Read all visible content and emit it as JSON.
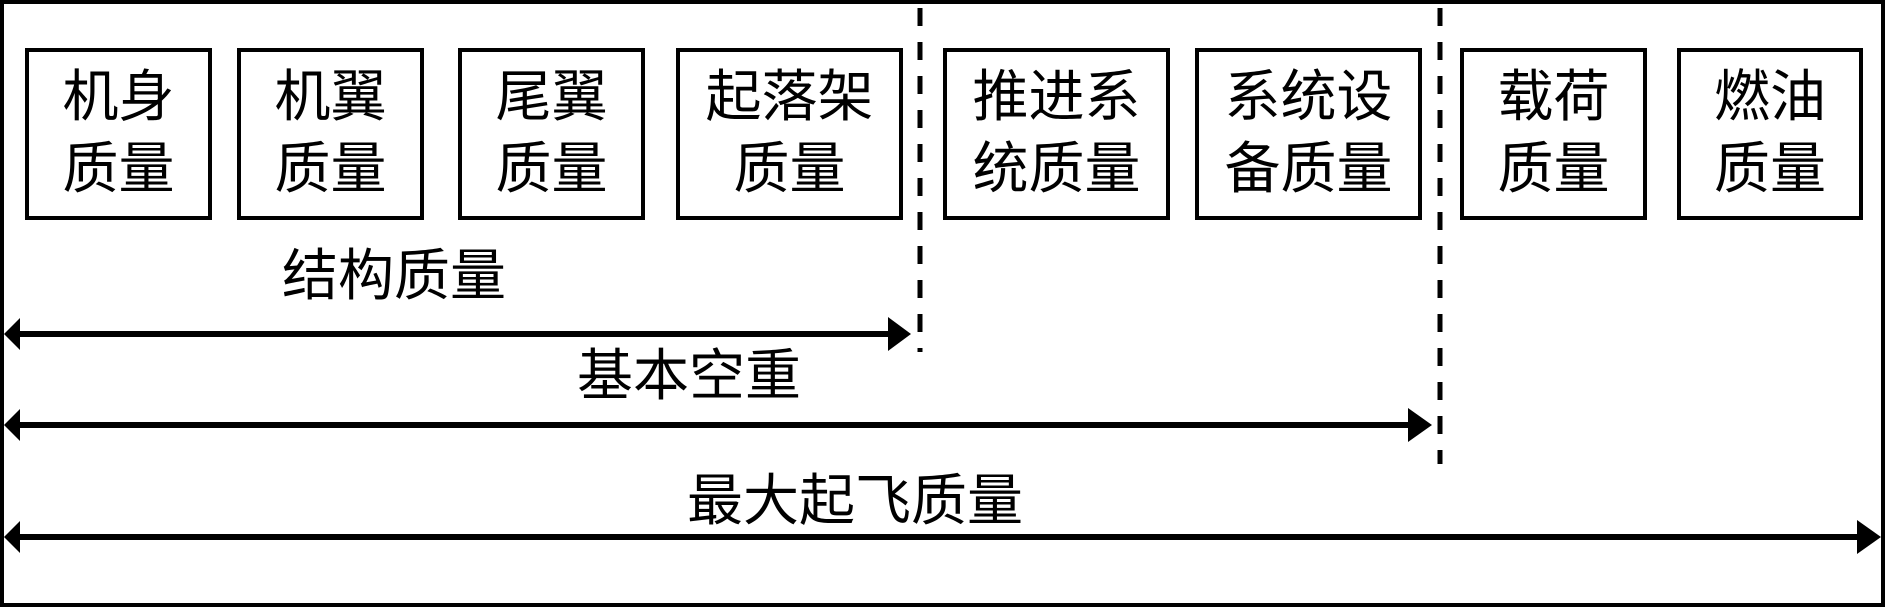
{
  "diagram": {
    "title": "Aircraft mass breakdown",
    "components": [
      {
        "id": "fuselage",
        "line1": "机身",
        "line2": "质量"
      },
      {
        "id": "wing",
        "line1": "机翼",
        "line2": "质量"
      },
      {
        "id": "tail",
        "line1": "尾翼",
        "line2": "质量"
      },
      {
        "id": "landing-gear",
        "line1": "起落架",
        "line2": "质量"
      },
      {
        "id": "propulsion",
        "line1": "推进系",
        "line2": "统质量"
      },
      {
        "id": "systems",
        "line1": "系统设",
        "line2": "备质量"
      },
      {
        "id": "payload",
        "line1": "载荷",
        "line2": "质量"
      },
      {
        "id": "fuel",
        "line1": "燃油",
        "line2": "质量"
      }
    ],
    "spans": [
      {
        "id": "structural",
        "label": "结构质量",
        "covers": [
          "fuselage",
          "wing",
          "tail",
          "landing-gear"
        ]
      },
      {
        "id": "basic-empty",
        "label": "基本空重",
        "covers": [
          "fuselage",
          "wing",
          "tail",
          "landing-gear",
          "propulsion",
          "systems"
        ]
      },
      {
        "id": "mtow",
        "label": "最大起飞质量",
        "covers": [
          "fuselage",
          "wing",
          "tail",
          "landing-gear",
          "propulsion",
          "systems",
          "payload",
          "fuel"
        ]
      }
    ],
    "colors": {
      "stroke": "#000000",
      "background": "#ffffff"
    }
  }
}
